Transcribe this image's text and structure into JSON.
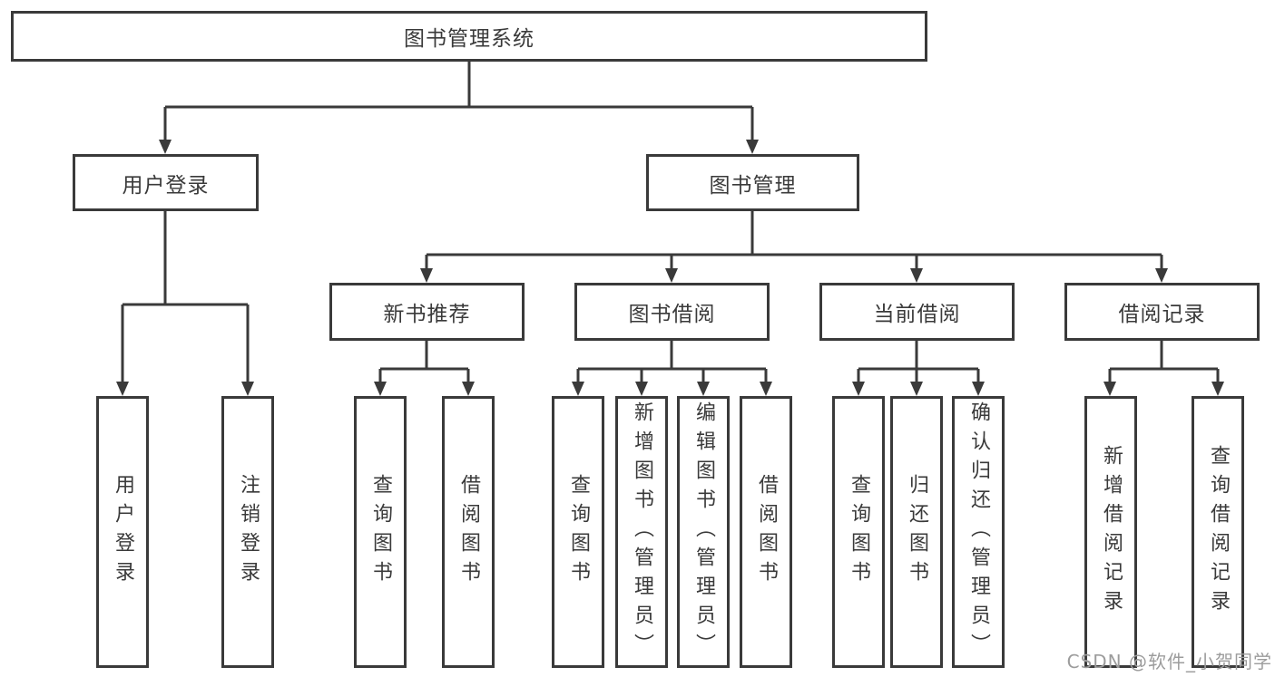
{
  "diagram": {
    "root": {
      "label": "图书管理系统"
    },
    "level2": [
      {
        "label": "用户登录"
      },
      {
        "label": "图书管理"
      }
    ],
    "level3": [
      {
        "label": "新书推荐"
      },
      {
        "label": "图书借阅"
      },
      {
        "label": "当前借阅"
      },
      {
        "label": "借阅记录"
      }
    ],
    "leaves": {
      "login": [
        "用户登录",
        "注销登录"
      ],
      "new_book": [
        "查询图书",
        "借阅图书"
      ],
      "book_borrow": [
        "查询图书",
        "新增图书（管理员）",
        "编辑图书（管理员）",
        "借阅图书"
      ],
      "current_borrow": [
        "查询图书",
        "归还图书",
        "确认归还（管理员）"
      ],
      "borrow_records": [
        "新增借阅记录",
        "查询借阅记录"
      ]
    },
    "edges": [
      {
        "from": "图书管理系统",
        "to": "用户登录"
      },
      {
        "from": "图书管理系统",
        "to": "图书管理"
      },
      {
        "from": "用户登录",
        "to": "用户登录"
      },
      {
        "from": "用户登录",
        "to": "注销登录"
      },
      {
        "from": "图书管理",
        "to": "新书推荐"
      },
      {
        "from": "图书管理",
        "to": "图书借阅"
      },
      {
        "from": "图书管理",
        "to": "当前借阅"
      },
      {
        "from": "图书管理",
        "to": "借阅记录"
      },
      {
        "from": "新书推荐",
        "to": "查询图书"
      },
      {
        "from": "新书推荐",
        "to": "借阅图书"
      },
      {
        "from": "图书借阅",
        "to": "查询图书"
      },
      {
        "from": "图书借阅",
        "to": "新增图书（管理员）"
      },
      {
        "from": "图书借阅",
        "to": "编辑图书（管理员）"
      },
      {
        "from": "图书借阅",
        "to": "借阅图书"
      },
      {
        "from": "当前借阅",
        "to": "查询图书"
      },
      {
        "from": "当前借阅",
        "to": "归还图书"
      },
      {
        "from": "当前借阅",
        "to": "确认归还（管理员）"
      },
      {
        "from": "借阅记录",
        "to": "新增借阅记录"
      },
      {
        "from": "借阅记录",
        "to": "查询借阅记录"
      }
    ],
    "watermark": {
      "text": "CSDN @软件_小贺同学",
      "color": "#9c9c9c"
    },
    "colors": {
      "line": "#3a3a3a",
      "text": "#3a3a3a",
      "background": "#ffffff"
    }
  }
}
